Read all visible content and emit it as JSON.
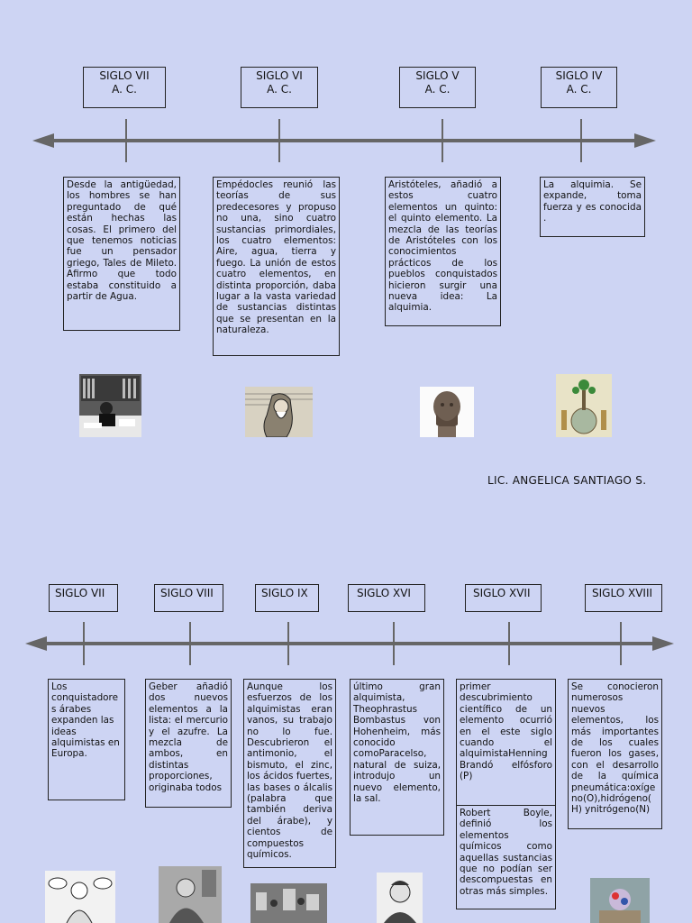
{
  "top_timeline": {
    "periods": [
      {
        "label": "SIGLO VII\nA. C.",
        "text": "Desde la antigüedad, los hombres se han preguntado de qué están hechas las cosas. El primero del que tenemos noticias fue un pensador griego, Tales de Mileto. Afirmo que todo estaba constituido a partir de Agua."
      },
      {
        "label": "SIGLO VI\nA. C.",
        "text": "Empédocles reunió las teorías de sus predecesores y propuso no una, sino cuatro sustancias primordiales, los cuatro elementos: Aire, agua, tierra y fuego. La unión de estos cuatro elementos, en distinta proporción, daba lugar a la vasta variedad de sustancias distintas que se presentan en la naturaleza."
      },
      {
        "label": "SIGLO V\nA. C.",
        "text": "Aristóteles, añadió a estos cuatro elementos un quinto: el quinto elemento. La mezcla de las teorías de Aristóteles con los conocimientos prácticos de los pueblos conquistados hicieron surgir una nueva idea: La alquimia."
      },
      {
        "label": "SIGLO IV\nA. C.",
        "text": "La alquimia. Se expande, toma fuerza y es conocida ."
      }
    ]
  },
  "credit": "LIC. ANGELICA SANTIAGO S.",
  "bottom_timeline": {
    "periods": [
      {
        "label": "SIGLO VII",
        "text": "Los conquistadore s árabes expanden las ideas alquimistas en Europa."
      },
      {
        "label": "SIGLO VIII",
        "text": "Geber añadió dos nuevos elementos a la lista: el mercurio y el azufre. La mezcla de ambos, en distintas proporciones, originaba todos"
      },
      {
        "label": "SIGLO IX",
        "text": "Aunque los esfuerzos de los alquimistas eran vanos, su trabajo no lo fue. Descubrieron el antimonio, el bismuto, el zinc, los ácidos fuertes, las bases o álcalis (palabra que también deriva del árabe), y cientos de compuestos químicos."
      },
      {
        "label": "SIGLO XVI",
        "text": "último gran alquimista, Theophrastus Bombastus von Hohenheim, más conocido comoParacelso, natural de suiza, introdujo un nuevo elemento, la sal."
      },
      {
        "label": "SIGLO XVII",
        "text": "primer descubrimiento científico de un elemento ocurrió en el este siglo cuando el alquimistaHenning Brandó elfósforo (P)",
        "text2": "Robert Boyle, definió los elementos químicos como aquellas sustancias que no podían ser descompuestas en otras más simples."
      },
      {
        "label": "SIGLO XVIII",
        "text": "Se conocieron numerosos nuevos elementos, los más importantes de los cuales fueron los gases, con el desarrollo de la química pneumática:oxíge no(O),hidrógeno( H) ynitrógeno(N)"
      }
    ]
  }
}
